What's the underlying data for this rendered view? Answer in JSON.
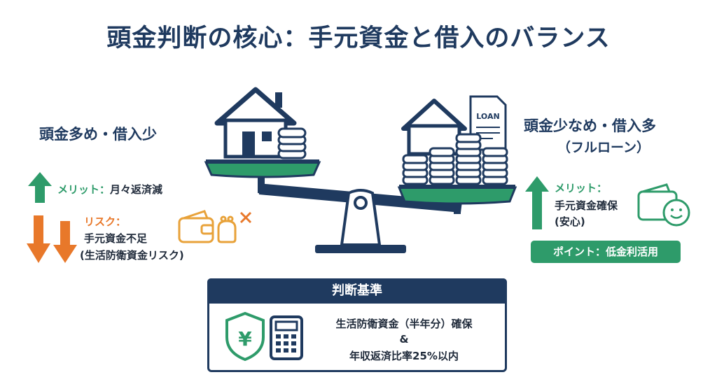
{
  "title": "頭金判断の核心：手元資金と借入のバランス",
  "left": {
    "heading": "頭金多め・借入少",
    "merit_label": "メリット：",
    "merit_text": "月々返済減",
    "risk_label": "リスク：",
    "risk_text_1": "手元資金不足",
    "risk_text_2": "(生活防衛資金リスク)"
  },
  "right": {
    "heading": "頭金少なめ・借入多",
    "subheading": "（フルローン）",
    "merit_label": "メリット：",
    "merit_text_1": "手元資金確保",
    "merit_text_2": "(安心)",
    "point": "ポイント：低金利活用"
  },
  "scale": {
    "loan_doc_label": "LOAN"
  },
  "criteria": {
    "heading": "判断基準",
    "line1": "生活防衛資金（半年分）確保",
    "line2": "&",
    "line3": "年収返済比率25%以内"
  },
  "colors": {
    "navy": "#1f3a5f",
    "green": "#2e9b6a",
    "orange": "#e8782a",
    "gold": "#e8a23a"
  },
  "icons": [
    "house-icon",
    "coin-stack-icon",
    "loan-document-icon",
    "balance-scale-icon",
    "arrow-up-icon",
    "arrow-down-icon",
    "wallet-icon",
    "coin-purse-icon",
    "cross-icon",
    "smile-icon",
    "yen-shield-icon",
    "calculator-icon"
  ]
}
